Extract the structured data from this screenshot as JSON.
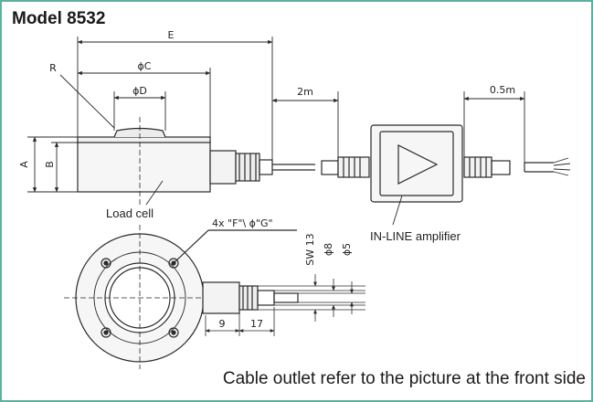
{
  "title": "Model 8532",
  "caption": "Cable outlet refer to the picture at the front side",
  "labels": {
    "load_cell": "Load cell",
    "amplifier": "IN-LINE amplifier"
  },
  "dimensions": {
    "E": "E",
    "R": "R",
    "C": "ϕC",
    "D": "ϕD",
    "A": "A",
    "B": "B",
    "cable_2m": "2m",
    "cable_05m": "0.5m",
    "holes": "4x \"F\"\\ ϕ\"G\"",
    "sw13": "SW 13",
    "d8": "ϕ8",
    "d5": "ϕ5",
    "dim9": "9",
    "dim17": "17"
  },
  "colors": {
    "frame": "#5fae9e",
    "line": "#2a2a2a",
    "body_fill": "#f6f6f6"
  }
}
